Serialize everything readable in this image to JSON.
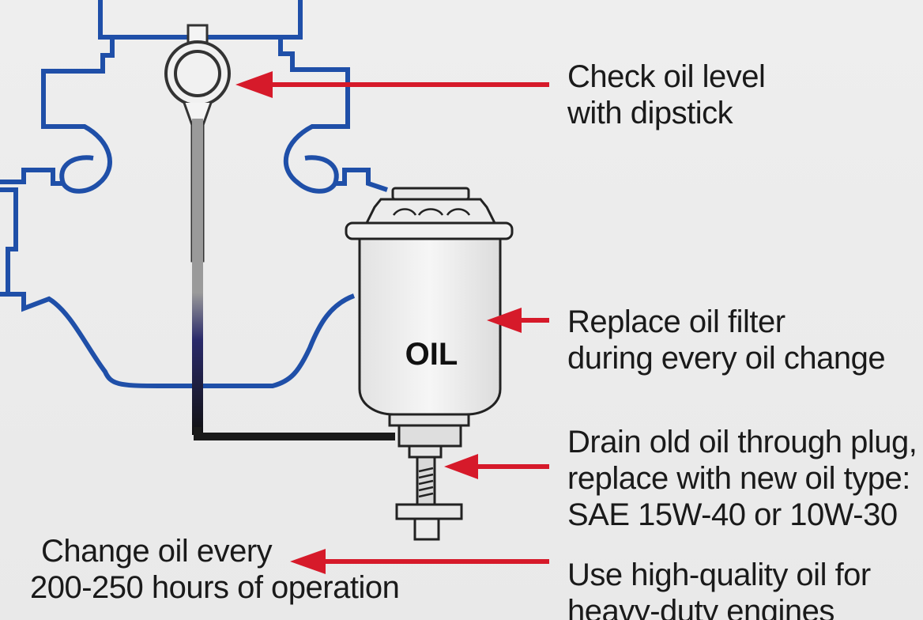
{
  "filter": {
    "label": "OIL"
  },
  "callouts": {
    "dipstick": [
      "Check oil level",
      "with dipstick"
    ],
    "filter": [
      "Replace oil filter",
      "during every oil change"
    ],
    "drain": [
      "Drain old oil through plug,",
      "replace with new oil type:",
      "SAE 15W-40 or 10W-30"
    ],
    "interval": [
      "Change oil every",
      "200-250 hours of operation"
    ],
    "quality": [
      "Use high-quality oil for",
      "heavy-duty engines"
    ]
  },
  "colors": {
    "engine_outline": "#1f4fa8",
    "arrow": "#d61a2a",
    "line": "#1a1a1a"
  }
}
